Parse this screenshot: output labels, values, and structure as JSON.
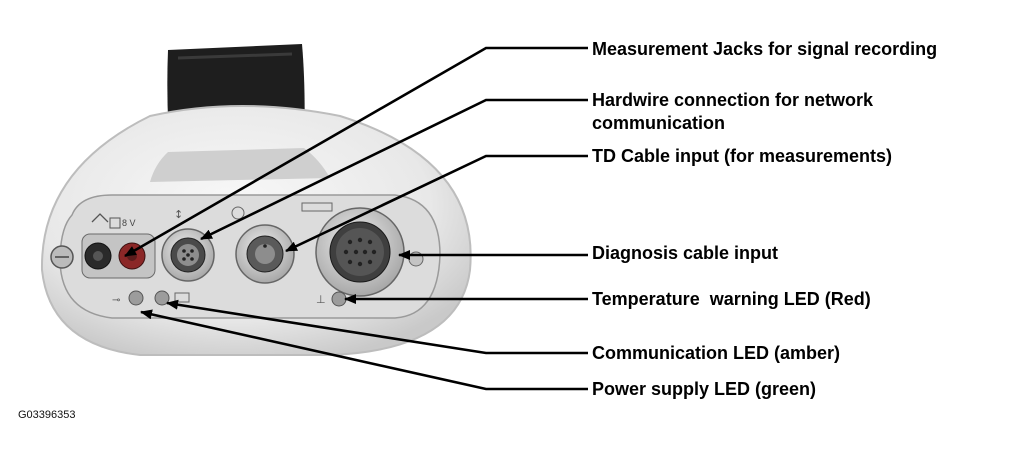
{
  "callouts": [
    {
      "id": "measurement-jacks",
      "text": "Measurement Jacks for signal recording"
    },
    {
      "id": "hardwire",
      "text": "Hardwire connection for network communication",
      "lines": [
        "Hardwire connection for network",
        "communication"
      ]
    },
    {
      "id": "td-cable",
      "text": "TD Cable input (for measurements)"
    },
    {
      "id": "diagnosis-cable",
      "text": "Diagnosis cable input"
    },
    {
      "id": "temperature-led",
      "text": "Temperature  warning LED (Red)"
    },
    {
      "id": "communication-led",
      "text": "Communication LED (amber)"
    },
    {
      "id": "power-led",
      "text": "Power supply LED (green)"
    }
  ],
  "figure_code": "G03396353",
  "device_markings": {
    "jack_voltage": "8 V"
  },
  "colors": {
    "housing": "#efefef",
    "panel": "#dddddd",
    "strap": "#1e1e1e",
    "leader": "#000000"
  }
}
